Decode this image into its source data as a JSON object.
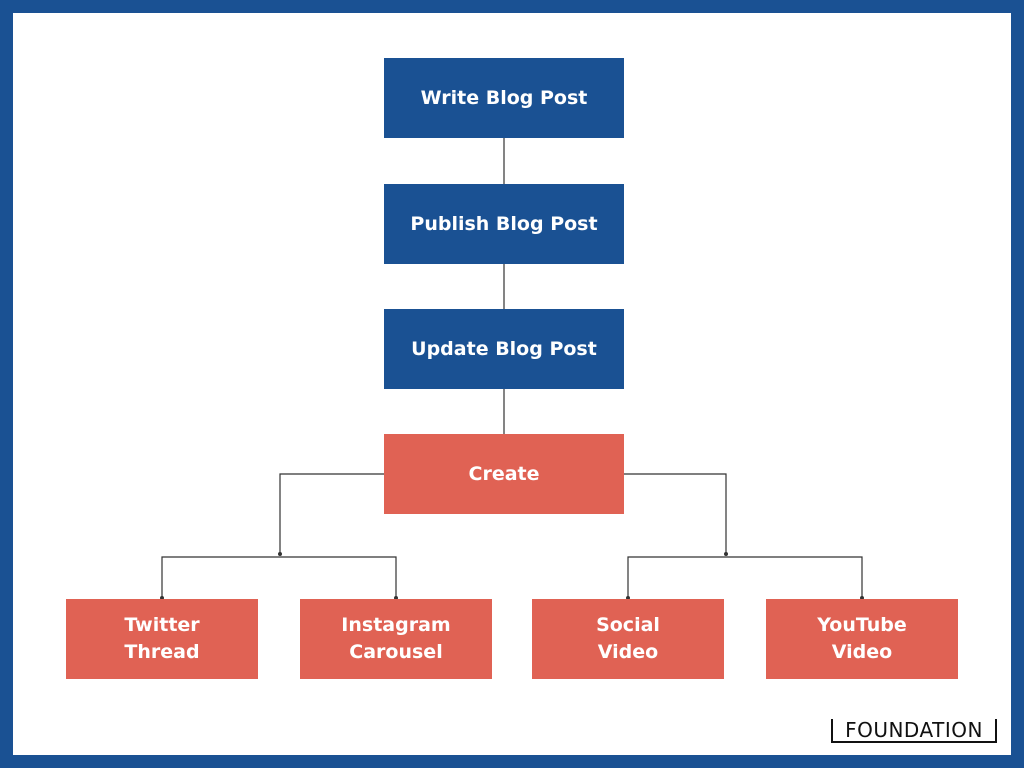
{
  "diagram": {
    "nodes": {
      "write": {
        "label": "Write Blog Post",
        "color": "#1a5193"
      },
      "publish": {
        "label": "Publish Blog Post",
        "color": "#1a5193"
      },
      "update": {
        "label": "Update Blog Post",
        "color": "#1a5193"
      },
      "create": {
        "label": "Create",
        "color": "#e06254"
      },
      "twitter": {
        "label": "Twitter\nThread",
        "color": "#e06254"
      },
      "instagram": {
        "label": "Instagram\nCarousel",
        "color": "#e06254"
      },
      "social": {
        "label": "Social\nVideo",
        "color": "#e06254"
      },
      "youtube": {
        "label": "YouTube\nVideo",
        "color": "#e06254"
      }
    },
    "edges": [
      [
        "write",
        "publish"
      ],
      [
        "publish",
        "update"
      ],
      [
        "update",
        "create"
      ],
      [
        "create",
        "twitter"
      ],
      [
        "create",
        "instagram"
      ],
      [
        "create",
        "social"
      ],
      [
        "create",
        "youtube"
      ]
    ]
  },
  "brand": {
    "logo_text": "FOUNDATION"
  },
  "colors": {
    "border": "#1a5193",
    "primary": "#1a5193",
    "accent": "#e06254",
    "connector": "#333333"
  }
}
